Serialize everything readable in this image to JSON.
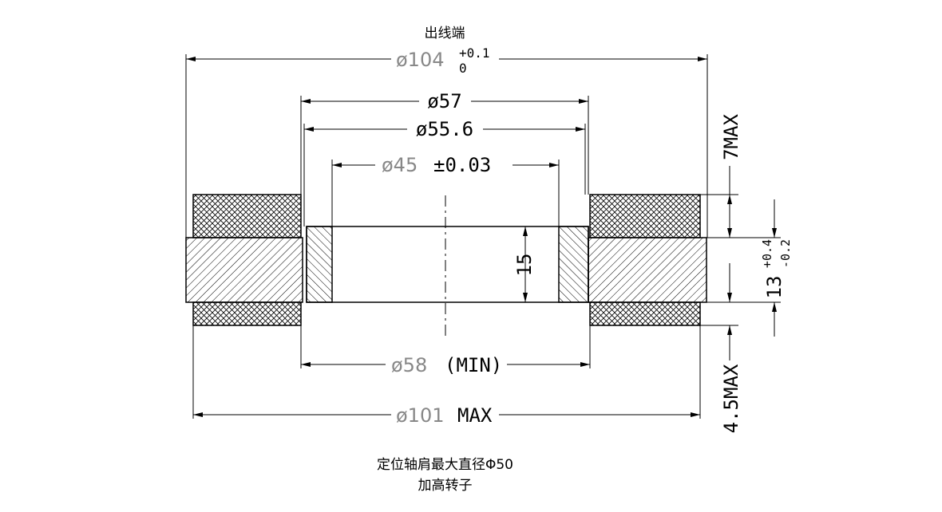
{
  "title_top": "出线端",
  "dims": {
    "d104_sym": "ø104",
    "d104_tol_upper": "+0.1",
    "d104_tol_lower": "0",
    "d57": "ø57",
    "d55_6": "ø55.6",
    "d45_sym": "ø45",
    "d45_tol": "±0.03",
    "h15": "15",
    "d58_sym": "ø58",
    "d58_note": "(MIN)",
    "d101_sym": "ø101",
    "d101_note": "MAX",
    "v7": "7MAX",
    "v13": "13",
    "v13_upper": "+0.4",
    "v13_lower": "-0.2",
    "v4_5": "4.5MAX"
  },
  "caption_line1": "定位轴肩最大直径Φ50",
  "caption_line2": "加高转子"
}
